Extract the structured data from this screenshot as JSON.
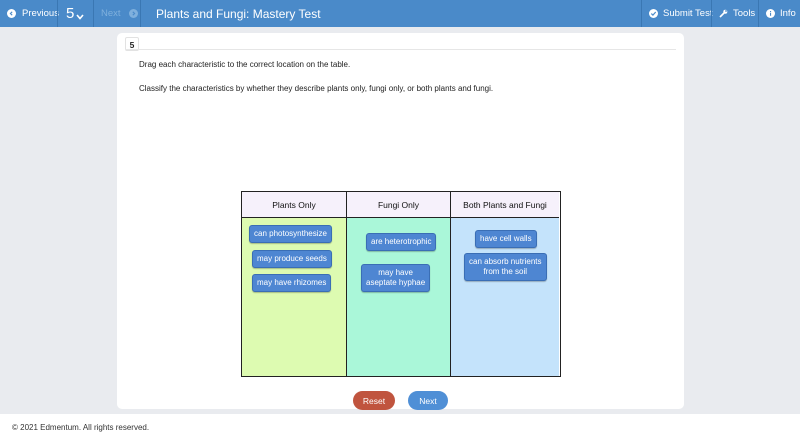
{
  "topbar": {
    "previous_label": "Previous",
    "question_number": "5",
    "next_label": "Next",
    "title": "Plants and Fungi: Mastery Test",
    "submit_label": "Submit Test",
    "tools_label": "Tools",
    "info_label": "Info"
  },
  "question": {
    "number": "5",
    "instruction_1": "Drag each characteristic to the correct location on the table.",
    "instruction_2": "Classify the characteristics by whether they describe plants only, fungi only, or both plants and fungi."
  },
  "table": {
    "headers": [
      "Plants Only",
      "Fungi Only",
      "Both Plants and Fungi"
    ],
    "plants_only": [
      "can photosynthesize",
      "may produce seeds",
      "may have rhizomes"
    ],
    "fungi_only": [
      "are heterotrophic",
      "may have\naseptate hyphae"
    ],
    "both": [
      "have cell walls",
      "can absorb nutrients\nfrom the soil"
    ]
  },
  "buttons": {
    "reset": "Reset",
    "next": "Next"
  },
  "footer": {
    "copyright": "© 2021 Edmentum. All rights reserved."
  },
  "colors": {
    "topbar": "#4a8ac9",
    "plants_col": "#ddfbb1",
    "fungi_col": "#aaf7d9",
    "both_col": "#c4e3fb",
    "chip": "#4e86d2",
    "reset": "#c0543e",
    "next": "#4f8fd6"
  }
}
